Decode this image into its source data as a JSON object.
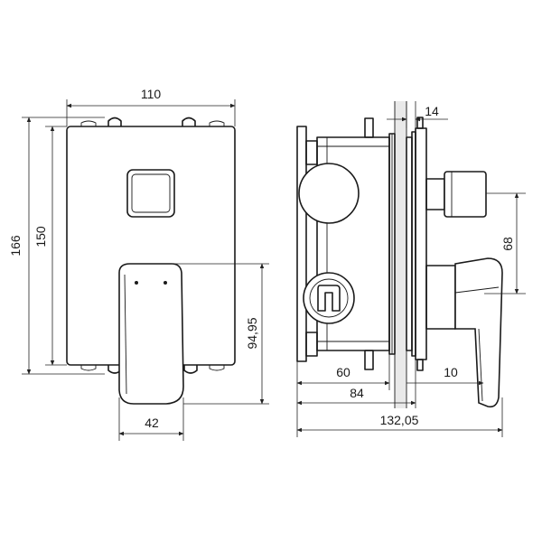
{
  "front_view": {
    "dim_width": "110",
    "dim_height_outer": "166",
    "dim_height_plate": "150",
    "dim_lever_height": "94,95",
    "dim_lever_width": "42"
  },
  "side_view": {
    "dim_wall": "14",
    "dim_spacing": "68",
    "dim_depth_60": "60",
    "dim_depth_84": "84",
    "dim_lever_10": "10",
    "dim_total": "132,05"
  }
}
